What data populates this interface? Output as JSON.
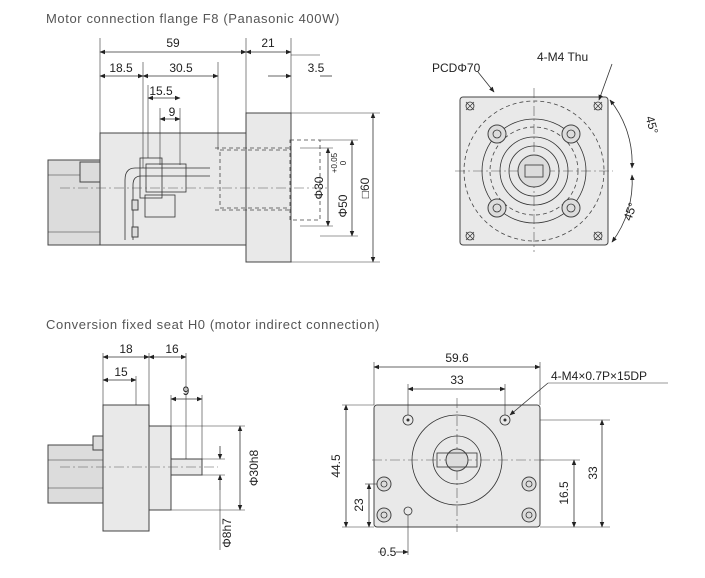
{
  "titles": {
    "flange": "Motor connection flange F8 (Panasonic 400W)",
    "seat": "Conversion fixed seat H0 (motor indirect connection)"
  },
  "flange_side": {
    "dims": {
      "d59": "59",
      "d21": "21",
      "d18_5": "18.5",
      "d30_5": "30.5",
      "d3_5": "3.5",
      "d15_5": "15.5",
      "d9": "9",
      "phi30": "Φ30",
      "phi50": "Φ50",
      "tol_upper": "+0.05",
      "tol_lower": "0",
      "sq60": "□60"
    }
  },
  "flange_front": {
    "labels": {
      "pcd": "PCDΦ70",
      "holes": "4-M4 Thu",
      "angle_top": "45°",
      "angle_bottom": "45°"
    }
  },
  "seat_side": {
    "dims": {
      "d18": "18",
      "d16": "16",
      "d15": "15",
      "d9": "9",
      "phi30h8": "Φ30h8",
      "phi8h7": "Φ8h7"
    }
  },
  "seat_front": {
    "dims": {
      "d59_6": "59.6",
      "d33_top": "33",
      "holes": "4-M4×0.7P×15DP",
      "d44_5": "44.5",
      "d23": "23",
      "d16_5": "16.5",
      "d33_right": "33",
      "d0_5": "0.5"
    }
  }
}
